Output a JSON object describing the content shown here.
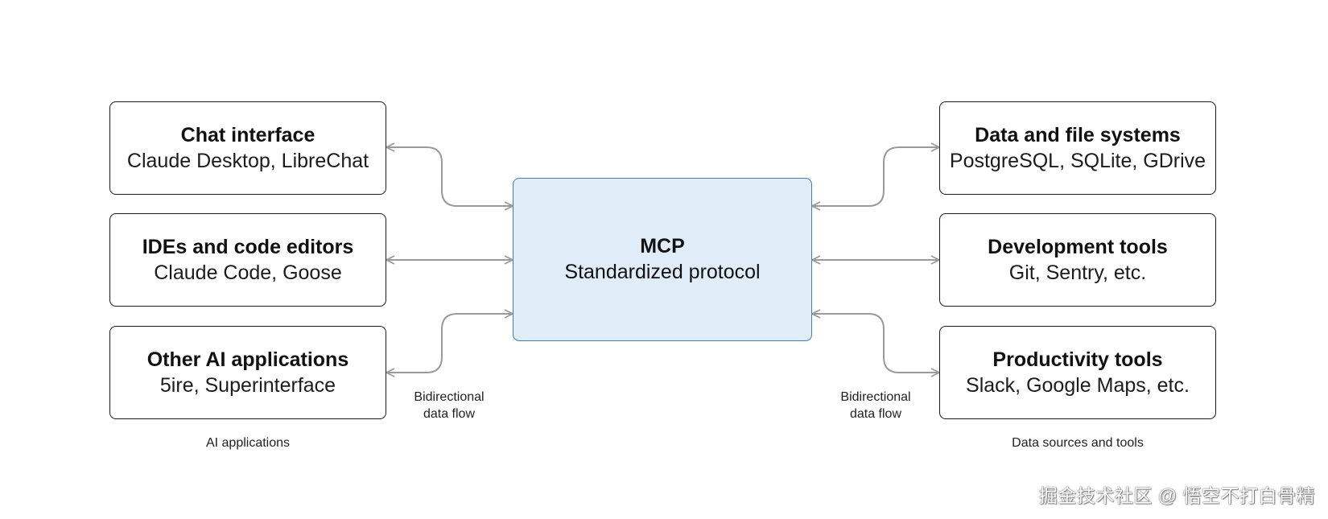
{
  "center": {
    "title": "MCP",
    "subtitle": "Standardized protocol"
  },
  "left_group": {
    "caption": "AI applications",
    "boxes": [
      {
        "title": "Chat interface",
        "subtitle": "Claude Desktop, LibreChat"
      },
      {
        "title": "IDEs and code editors",
        "subtitle": "Claude Code, Goose"
      },
      {
        "title": "Other AI applications",
        "subtitle": "5ire, Superinterface"
      }
    ]
  },
  "right_group": {
    "caption": "Data sources and tools",
    "boxes": [
      {
        "title": "Data and file systems",
        "subtitle": "PostgreSQL, SQLite, GDrive"
      },
      {
        "title": "Development tools",
        "subtitle": "Git, Sentry, etc."
      },
      {
        "title": "Productivity tools",
        "subtitle": "Slack, Google Maps, etc."
      }
    ]
  },
  "flow_labels": {
    "left": {
      "line1": "Bidirectional",
      "line2": "data flow"
    },
    "right": {
      "line1": "Bidirectional",
      "line2": "data flow"
    }
  },
  "watermark": "掘金技术社区 @ 悟空不打白骨精",
  "colors": {
    "center_fill": "#e1ecf9",
    "center_border": "#3f7fb8",
    "connector": "#9a9a9a"
  }
}
